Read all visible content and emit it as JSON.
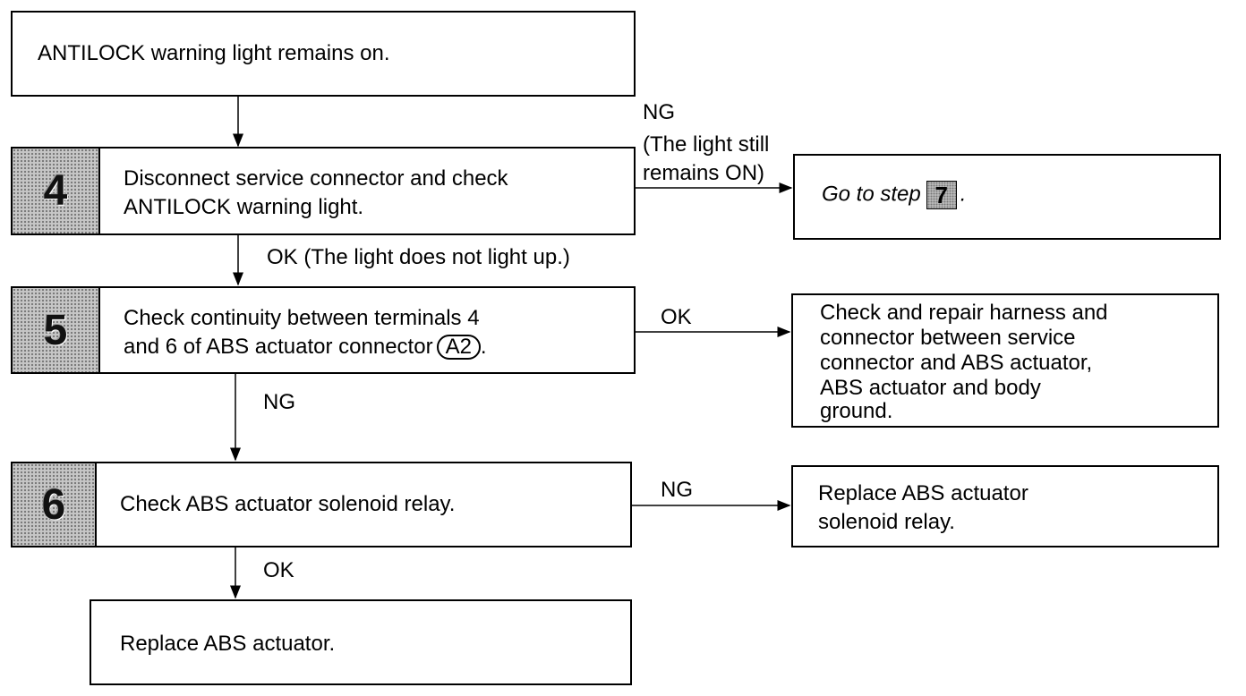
{
  "box_start": {
    "text": "ANTILOCK warning light remains on."
  },
  "step4": {
    "number": "4",
    "line1": "Disconnect service connector and check",
    "line2": "ANTILOCK warning light."
  },
  "step4_ng": {
    "label_line1": "NG",
    "label_line2": "(The light still",
    "label_line3": "remains ON)",
    "result_prefix": "Go to step",
    "result_step": "7",
    "result_suffix": "."
  },
  "step4_ok": {
    "label": "OK (The light does not light up.)"
  },
  "step5": {
    "number": "5",
    "line1": "Check continuity between terminals 4",
    "line2": "and 6 of ABS actuator connector",
    "connector": "A2",
    "line2_end": "."
  },
  "step5_ok": {
    "label": "OK",
    "result_lines": [
      "Check and repair harness and",
      "connector between service",
      "connector and ABS actuator,",
      "ABS actuator and body",
      "ground."
    ]
  },
  "step5_ng": {
    "label": "NG"
  },
  "step6": {
    "number": "6",
    "text": "Check ABS actuator solenoid relay."
  },
  "step6_ng": {
    "label": "NG",
    "result_line1": "Replace ABS actuator",
    "result_line2": "solenoid relay."
  },
  "step6_ok": {
    "label": "OK"
  },
  "box_end": {
    "text": "Replace ABS actuator."
  }
}
